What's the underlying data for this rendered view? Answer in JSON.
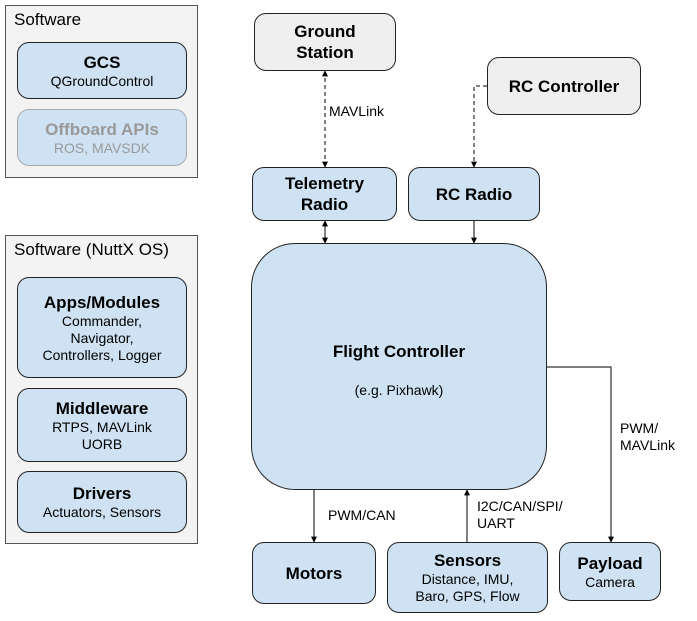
{
  "panels": {
    "software": {
      "title": "Software",
      "gcs": {
        "title": "GCS",
        "subtitle": "QGroundControl"
      },
      "offboard": {
        "title": "Offboard APIs",
        "subtitle": "ROS, MAVSDK"
      }
    },
    "nuttx": {
      "title": "Software (NuttX OS)",
      "apps": {
        "title": "Apps/Modules",
        "subtitle": "Commander,\nNavigator,\nControllers, Logger"
      },
      "middleware": {
        "title": "Middleware",
        "subtitle": "RTPS, MAVLink\nUORB"
      },
      "drivers": {
        "title": "Drivers",
        "subtitle": "Actuators, Sensors"
      }
    }
  },
  "nodes": {
    "ground_station": {
      "title": "Ground\nStation"
    },
    "rc_controller": {
      "title": "RC Controller"
    },
    "telemetry_radio": {
      "title": "Telemetry\nRadio"
    },
    "rc_radio": {
      "title": "RC Radio"
    },
    "flight_controller": {
      "title": "Flight Controller",
      "subtitle": "(e.g. Pixhawk)"
    },
    "motors": {
      "title": "Motors"
    },
    "sensors": {
      "title": "Sensors",
      "subtitle": "Distance, IMU,\nBaro, GPS, Flow"
    },
    "payload": {
      "title": "Payload",
      "subtitle": "Camera"
    }
  },
  "edge_labels": {
    "mavlink": "MAVLink",
    "pwm_can": "PWM/CAN",
    "i2c": "I2C/CAN/SPI/\nUART",
    "pwm_mavlink": "PWM/\nMAVLink"
  },
  "colors": {
    "box_fill": "#cfe2f3",
    "grey_fill": "#efefef",
    "panel_fill": "#f3f3f3",
    "faded_text": "#999999"
  }
}
